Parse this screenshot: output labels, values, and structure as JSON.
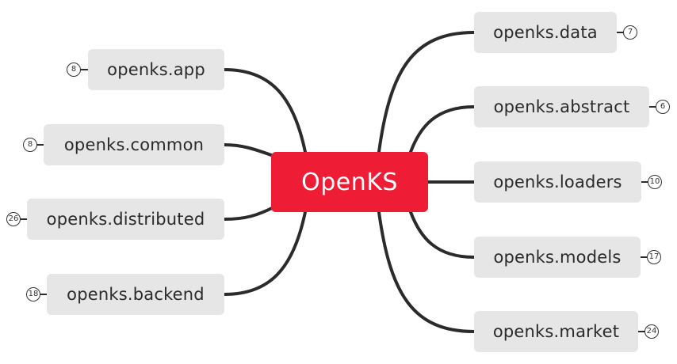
{
  "root": {
    "label": "OpenKS",
    "color": "#ee1c34"
  },
  "branches": {
    "app": {
      "label": "openks.app",
      "count": "8"
    },
    "common": {
      "label": "openks.common",
      "count": "8"
    },
    "distributed": {
      "label": "openks.distributed",
      "count": "26"
    },
    "backend": {
      "label": "openks.backend",
      "count": "18"
    },
    "data": {
      "label": "openks.data",
      "count": "7"
    },
    "abstract": {
      "label": "openks.abstract",
      "count": "6"
    },
    "loaders": {
      "label": "openks.loaders",
      "count": "10"
    },
    "models": {
      "label": "openks.models",
      "count": "17"
    },
    "market": {
      "label": "openks.market",
      "count": "24"
    }
  },
  "colors": {
    "node_fill": "#e6e6e6",
    "connector": "#2b2b2b",
    "root_text": "#ffffff"
  }
}
